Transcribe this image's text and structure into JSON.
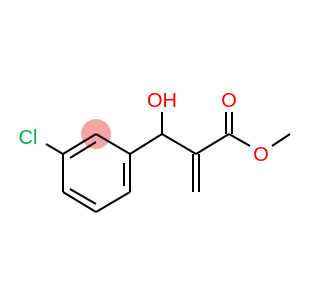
{
  "molecule": {
    "atoms": {
      "cl": "Cl",
      "oh": "OH",
      "o_carbonyl": "O",
      "o_ester": "O"
    },
    "colors": {
      "bond": "#000000",
      "chlorine": "#00b050",
      "oxygen": "#ff0000",
      "highlight": "#f08080"
    },
    "highlight_opacity": 0.7
  }
}
